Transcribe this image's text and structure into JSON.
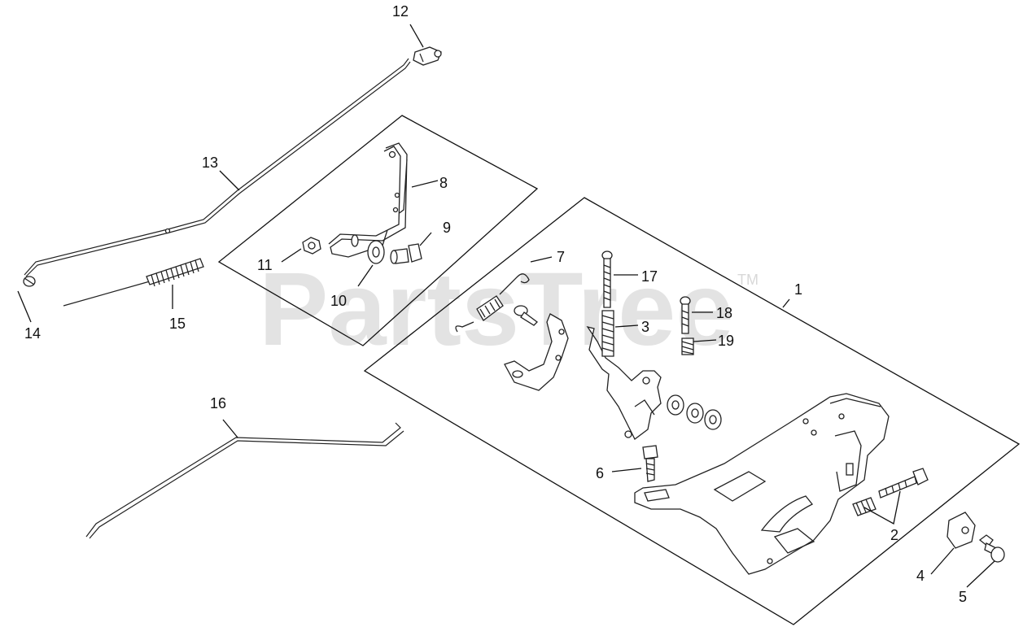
{
  "watermark": {
    "brand": "PartsTree",
    "trademark": "TM"
  },
  "callouts": {
    "c1": "1",
    "c2": "2",
    "c3": "3",
    "c4": "4",
    "c5": "5",
    "c6": "6",
    "c7": "7",
    "c8": "8",
    "c9": "9",
    "c10": "10",
    "c11": "11",
    "c12": "12",
    "c13": "13",
    "c14": "14",
    "c15": "15",
    "c16": "16",
    "c17": "17",
    "c18": "18",
    "c19": "19"
  }
}
